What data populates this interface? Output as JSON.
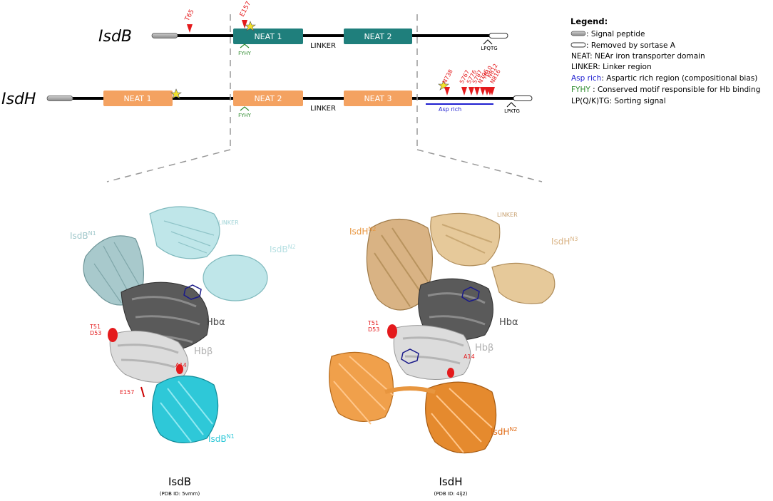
{
  "isdb": {
    "name": "IsdB",
    "neat1": "NEAT 1",
    "neat2": "NEAT 2",
    "linker": "LINKER",
    "fyhy": "FYHY",
    "sortase_motif": "LPQTG",
    "sites": [
      "T65",
      "E157"
    ]
  },
  "isdh": {
    "name": "IsdH",
    "neat1": "NEAT 1",
    "neat2": "NEAT 2",
    "neat3": "NEAT 3",
    "linker": "LINKER",
    "fyhy": "FYHY",
    "asp_rich": "Asp rich",
    "sortase_motif": "LPKTG",
    "sites": [
      "N738",
      "S767",
      "S776",
      "S787",
      "N796",
      "Y810",
      "N812",
      "N816"
    ]
  },
  "legend": {
    "title": "Legend:",
    "items": [
      {
        "key": "",
        "text": ": Signal peptide"
      },
      {
        "key": "",
        "text": ": Removed by sortase A"
      },
      {
        "key": "NEAT",
        "text": ": NEAr iron transporter domain"
      },
      {
        "key": "LINKER",
        "text": ": Linker region"
      },
      {
        "key": "Asp rich",
        "text": ": Aspartic rich region (compositional bias)"
      },
      {
        "key": "FYHY",
        "text": " : Conserved motif responsible for Hb binding"
      },
      {
        "key": "LP(Q/K)TG",
        "text": ": Sorting signal"
      }
    ]
  },
  "structure_isdb": {
    "label_n1_top": "IsdB",
    "sup_n1_top": "N1",
    "label_n2": "IsdB",
    "sup_n2": "N2",
    "linker": "LINKER",
    "hba": "Hbα",
    "hbb": "Hbβ",
    "t51": "T51",
    "d53": "D53",
    "a14": "A14",
    "e157": "E157",
    "label_n1_bottom": "IsdB",
    "sup_n1_bottom": "N1",
    "caption": "IsdB",
    "pdb": "(PDB ID: 5vmm)"
  },
  "structure_isdh": {
    "label_n2_top": "IsdH",
    "sup_n2_top": "N2",
    "label_n3": "IsdH",
    "sup_n3": "N3",
    "linker": "LINKER",
    "hba": "Hbα",
    "hbb": "Hbβ",
    "t51": "T51",
    "d53": "D53",
    "a14": "A14",
    "label_n2_bottom": "IsdH",
    "sup_n2_bottom": "N2",
    "caption": "IsdH",
    "pdb": "(PDB ID: 4ij2)"
  },
  "colors": {
    "isdb_neat": "#1f7f7c",
    "isdh_neat": "#f4a261",
    "site_red": "#e41a1c",
    "fyhy_green": "#2e8b2e",
    "asp_blue": "#1f1fd0",
    "hba": "#555555",
    "hbb": "#cfcfcf",
    "isdb_n1": "#2ec8d8",
    "isdb_light": "#b9e3e6",
    "isdh_n2": "#e8963f",
    "isdh_tan": "#e1c08e"
  }
}
